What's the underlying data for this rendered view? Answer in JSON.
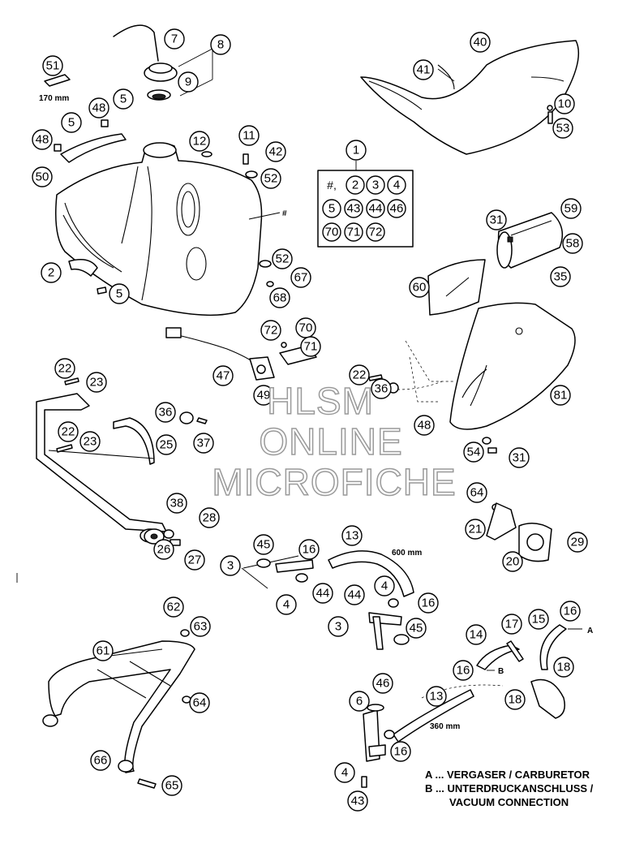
{
  "callouts": [
    {
      "id": "c7",
      "n": "7"
    },
    {
      "id": "c8",
      "n": "8"
    },
    {
      "id": "c9",
      "n": "9"
    },
    {
      "id": "c51",
      "n": "51"
    },
    {
      "id": "c48a",
      "n": "48"
    },
    {
      "id": "c5a",
      "n": "5"
    },
    {
      "id": "c5b",
      "n": "5"
    },
    {
      "id": "c48b",
      "n": "48"
    },
    {
      "id": "c50",
      "n": "50"
    },
    {
      "id": "c12",
      "n": "12"
    },
    {
      "id": "c11",
      "n": "11"
    },
    {
      "id": "c42",
      "n": "42"
    },
    {
      "id": "c52a",
      "n": "52"
    },
    {
      "id": "c40",
      "n": "40"
    },
    {
      "id": "c41",
      "n": "41"
    },
    {
      "id": "c10",
      "n": "10"
    },
    {
      "id": "c53",
      "n": "53"
    },
    {
      "id": "c1",
      "n": "1"
    },
    {
      "id": "c2",
      "n": "2"
    },
    {
      "id": "c5c",
      "n": "5"
    },
    {
      "id": "c52b",
      "n": "52"
    },
    {
      "id": "c67",
      "n": "67"
    },
    {
      "id": "c68",
      "n": "68"
    },
    {
      "id": "c31a",
      "n": "31"
    },
    {
      "id": "c59",
      "n": "59"
    },
    {
      "id": "c58",
      "n": "58"
    },
    {
      "id": "c35",
      "n": "35"
    },
    {
      "id": "c60",
      "n": "60"
    },
    {
      "id": "c72",
      "n": "72"
    },
    {
      "id": "c70",
      "n": "70"
    },
    {
      "id": "c71",
      "n": "71"
    },
    {
      "id": "c47",
      "n": "47"
    },
    {
      "id": "c49",
      "n": "49"
    },
    {
      "id": "c22a",
      "n": "22"
    },
    {
      "id": "c23a",
      "n": "23"
    },
    {
      "id": "c22b",
      "n": "22"
    },
    {
      "id": "c36a",
      "n": "36"
    },
    {
      "id": "c81",
      "n": "81"
    },
    {
      "id": "c36b",
      "n": "36"
    },
    {
      "id": "c37",
      "n": "37"
    },
    {
      "id": "c22c",
      "n": "22"
    },
    {
      "id": "c23b",
      "n": "23"
    },
    {
      "id": "c25",
      "n": "25"
    },
    {
      "id": "c48c",
      "n": "48"
    },
    {
      "id": "c54",
      "n": "54"
    },
    {
      "id": "c31b",
      "n": "31"
    },
    {
      "id": "c38",
      "n": "38"
    },
    {
      "id": "c28",
      "n": "28"
    },
    {
      "id": "c26",
      "n": "26"
    },
    {
      "id": "c27",
      "n": "27"
    },
    {
      "id": "c64a",
      "n": "64"
    },
    {
      "id": "c21",
      "n": "21"
    },
    {
      "id": "c29",
      "n": "29"
    },
    {
      "id": "c20",
      "n": "20"
    },
    {
      "id": "c45a",
      "n": "45"
    },
    {
      "id": "c16a",
      "n": "16"
    },
    {
      "id": "c13a",
      "n": "13"
    },
    {
      "id": "c3a",
      "n": "3"
    },
    {
      "id": "c4a",
      "n": "4"
    },
    {
      "id": "c44a",
      "n": "44"
    },
    {
      "id": "c44b",
      "n": "44"
    },
    {
      "id": "c4b",
      "n": "4"
    },
    {
      "id": "c16b",
      "n": "16"
    },
    {
      "id": "c3b",
      "n": "3"
    },
    {
      "id": "c45b",
      "n": "45"
    },
    {
      "id": "c62",
      "n": "62"
    },
    {
      "id": "c63",
      "n": "63"
    },
    {
      "id": "c61",
      "n": "61"
    },
    {
      "id": "c64b",
      "n": "64"
    },
    {
      "id": "c66",
      "n": "66"
    },
    {
      "id": "c65",
      "n": "65"
    },
    {
      "id": "c14",
      "n": "14"
    },
    {
      "id": "c17",
      "n": "17"
    },
    {
      "id": "c15",
      "n": "15"
    },
    {
      "id": "c16c",
      "n": "16"
    },
    {
      "id": "c16d",
      "n": "16"
    },
    {
      "id": "c18a",
      "n": "18"
    },
    {
      "id": "c18b",
      "n": "18"
    },
    {
      "id": "c13b",
      "n": "13"
    },
    {
      "id": "c46",
      "n": "46"
    },
    {
      "id": "c6",
      "n": "6"
    },
    {
      "id": "c16e",
      "n": "16"
    },
    {
      "id": "c4c",
      "n": "4"
    },
    {
      "id": "c43",
      "n": "43"
    }
  ],
  "kit_box": {
    "hash": "#,",
    "items": [
      "2",
      "3",
      "4",
      "5",
      "43",
      "44",
      "46",
      "70",
      "71",
      "72"
    ]
  },
  "labels": {
    "hash_tank": "#",
    "len_51": "170 mm",
    "len_13a": "600 mm",
    "len_13b": "360 mm",
    "marker_a": "A",
    "marker_b": "B"
  },
  "legend": {
    "line1": "A ... VERGASER / CARBURETOR",
    "line2": "B ... UNTERDRUCKANSCHLUSS /",
    "line3": "VACUUM CONNECTION"
  },
  "watermark": {
    "line1": "HLSM",
    "line2": "ONLINE",
    "line3": "MICROFICHE"
  }
}
